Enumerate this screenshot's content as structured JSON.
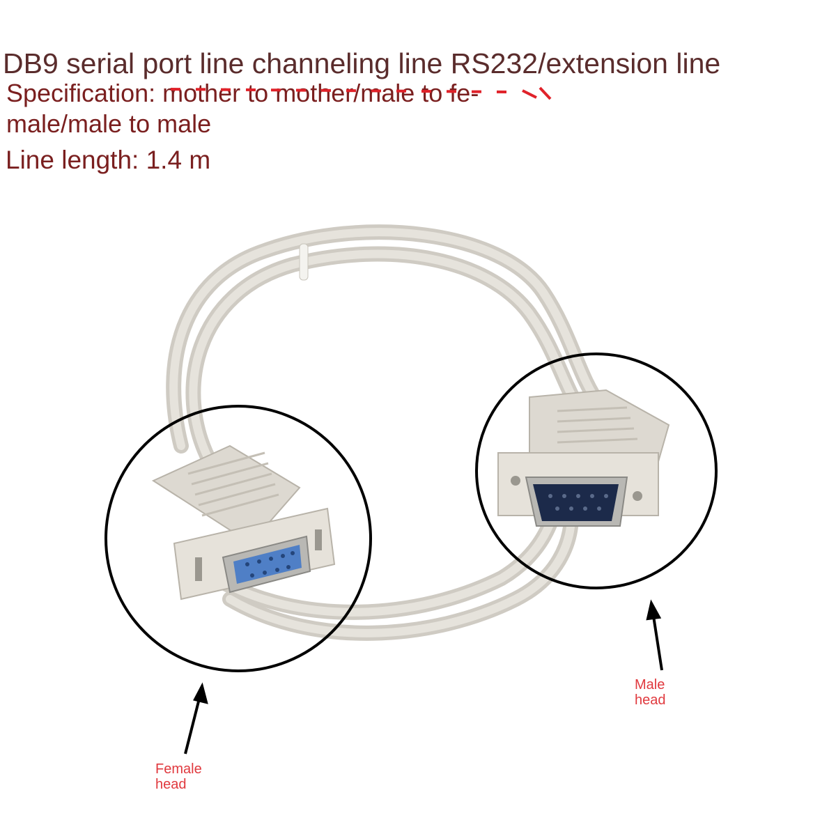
{
  "title": "DB9 serial port line channeling line RS232/extension line",
  "specification": "Specification: mother to mother/male to fe-male/male to male",
  "line_length": "Line length: 1.4 m",
  "labels": {
    "female_head": "Female head",
    "male_head": "Male head"
  },
  "colors": {
    "title": "#5a2c2c",
    "text": "#7a1f1f",
    "callout": "#e0393e",
    "cable": "#d9d6cf",
    "female_pins": "#4f7fc6",
    "male_pins": "#1c2a4a"
  },
  "icons": [
    "cable-photo",
    "female-connector",
    "male-connector",
    "arrow-icon",
    "circle-highlight"
  ]
}
